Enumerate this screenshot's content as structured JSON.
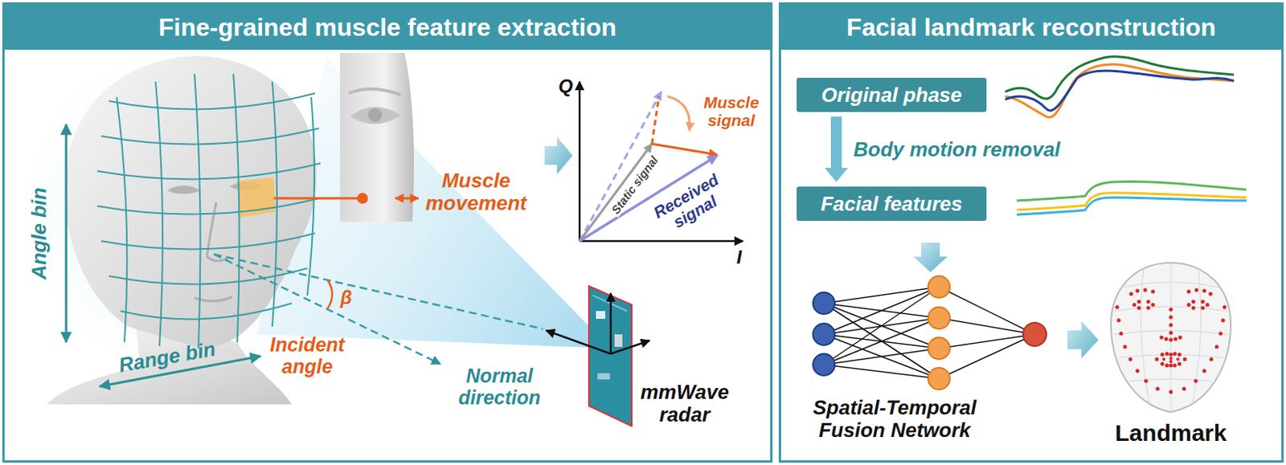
{
  "diagram": {
    "nodes": [
      {
        "text": [
          "Fine-grained muscle feature extraction"
        ]
      },
      {
        "text": [
          "Facial landmark reconstruction"
        ]
      },
      {
        "text": [
          "Original phase"
        ],
        "in": 1
      },
      {
        "text": [
          "Facial features"
        ],
        "in": 1
      }
    ],
    "edges": [
      {
        "from": 2,
        "to": 3,
        "arrow": "to",
        "label": "Body motion removal"
      }
    ],
    "labels": [
      "Angle bin",
      "Range bin",
      "β",
      "Incident angle",
      "Normal direction",
      "mmWave radar",
      "Muscle movement",
      "Q",
      "I",
      "Muscle signal",
      "Static signal",
      "Received signal",
      "Spatial-Temporal Fusion Network",
      "Landmark"
    ]
  }
}
